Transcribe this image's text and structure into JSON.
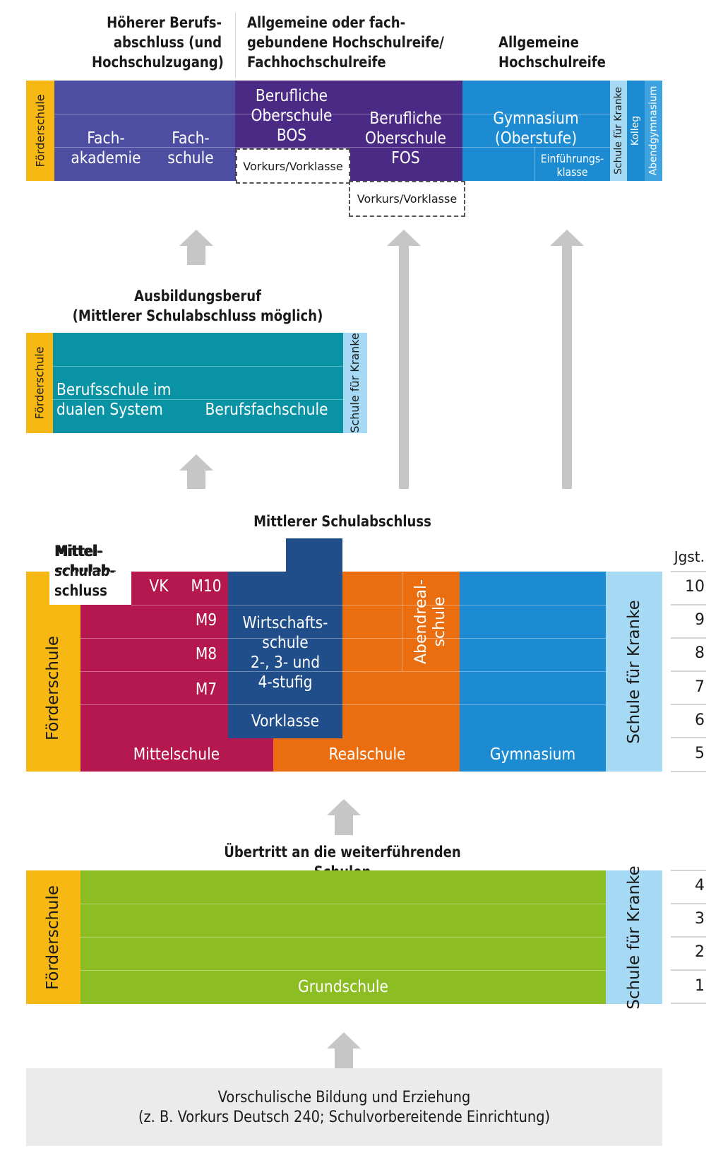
{
  "colors": {
    "foerderschule": "#F7B814",
    "fachakademie": "#4D4DA2",
    "bos_fos": "#4A2A84",
    "gymnasium": "#1C8BD2",
    "kranke": "#A6D9F3",
    "berufsschule": "#0A93A4",
    "mittelschule": "#B5174F",
    "wirtschaftsschule": "#1F4E8A",
    "realschule": "#EA6E10",
    "grundschule": "#8CBE23",
    "vorschule": "#EBEBEB",
    "arrow": "#C6C6C6"
  },
  "top": {
    "heading_left": "Höherer Berufs-\nabschluss (und\nHochschulzugang)",
    "heading_mid": "Allgemeine oder fach-\ngebundene Hochschulreife/\nFachhochschulreife",
    "heading_right": "Allgemeine\nHochschulreife",
    "foerderschule": "Förderschule",
    "fachakademie": "Fach-\nakademie",
    "fachschule": "Fach-\nschule",
    "bos": "Berufliche\nOberschule\nBOS",
    "fos": "Berufliche\nOberschule\nFOS",
    "vorkurs_bos": "Vorkurs/Vorklasse",
    "vorkurs_fos": "Vorkurs/Vorklasse",
    "gymnasium_oberstufe": "Gymnasium\n(Oberstufe)",
    "einfuehrungsklasse": "Einführungs-\nklasse",
    "kranke": "Schule für Kranke",
    "kolleg": "Kolleg",
    "abendgymnasium": "Abendgymnasium"
  },
  "middle": {
    "heading": "Ausbildungsberuf\n(Mittlerer Schulabschluss möglich)",
    "foerderschule": "Förderschule",
    "berufsschule": "Berufsschule im\ndualen System",
    "berufsfachschule": "Berufsfachschule",
    "kranke": "Schule für Kranke"
  },
  "secondary": {
    "heading_msa": "Mittlerer Schulabschluss",
    "heading_mittelschulabschluss": "Mittel-\nschulab-\nschluss",
    "jgst_label": "Jgst.",
    "vk": "VK",
    "m10": "M10",
    "m9": "M9",
    "m8": "M8",
    "m7": "M7",
    "mittelschule": "Mittelschule",
    "wirtschaftsschule": "Wirtschafts-\nschule\n2-, 3- und\n4-stufig",
    "vorklasse": "Vorklasse",
    "abendrealschule": "Abendreal-\nschule",
    "realschule": "Realschule",
    "gymnasium": "Gymnasium",
    "foerderschule": "Förderschule",
    "kranke": "Schule für Kranke",
    "grades": [
      "10",
      "9",
      "8",
      "7",
      "6",
      "5"
    ]
  },
  "primary": {
    "heading": "Übertritt an die weiterführenden Schulen",
    "foerderschule": "Förderschule",
    "grundschule": "Grundschule",
    "kranke": "Schule für Kranke",
    "grades": [
      "4",
      "3",
      "2",
      "1"
    ]
  },
  "preschool": {
    "text": "Vorschulische Bildung und Erziehung\n(z. B. Vorkurs Deutsch 240; Schulvorbereitende Einrichtung)"
  }
}
